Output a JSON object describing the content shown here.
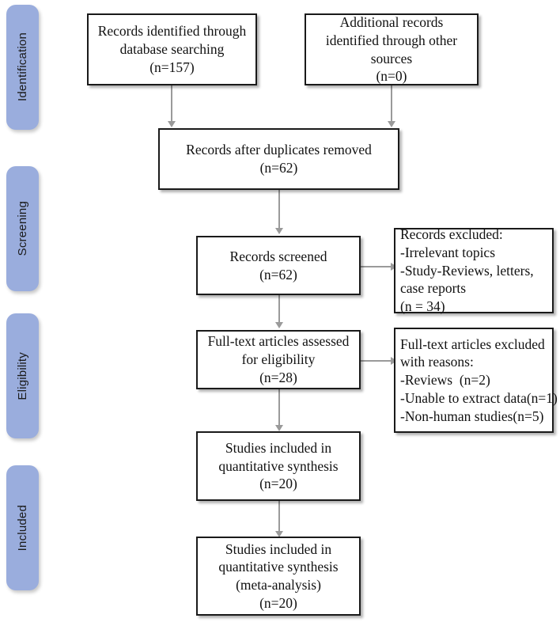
{
  "diagram": {
    "type": "prisma-flow-diagram",
    "accent_color": "#9aaddd",
    "box_border_color": "#1a1a1a",
    "connector_color": "#9a9a9a",
    "stages": [
      {
        "id": "identification",
        "label": "Identification"
      },
      {
        "id": "screening",
        "label": "Screening"
      },
      {
        "id": "eligibility",
        "label": "Eligibility"
      },
      {
        "id": "included",
        "label": "Included"
      }
    ],
    "boxes": {
      "records_identified": {
        "l1": "Records identified through",
        "l2": "database searching",
        "l3": "(n=157)"
      },
      "additional_records": {
        "l1": "Additional records",
        "l2": "identified through other",
        "l3": "sources",
        "l4": "(n=0)"
      },
      "duplicates_removed": {
        "l1": "Records after duplicates removed",
        "l2": "(n=62)"
      },
      "records_screened": {
        "l1": "Records screened",
        "l2": "(n=62)"
      },
      "records_excluded": {
        "l1": "Records excluded:",
        "l2": "-Irrelevant topics",
        "l3": "-Study-Reviews, letters,",
        "l4": "case reports",
        "l5": "(n = 34)"
      },
      "fulltext_assessed": {
        "l1": "Full-text articles assessed",
        "l2": "for eligibility",
        "l3": "(n=28)"
      },
      "fulltext_excluded": {
        "l1": "Full-text articles excluded",
        "l2": "with reasons:",
        "l3": "-Reviews  (n=2)",
        "l4": "-Unable to extract data(n=1)",
        "l5": "-Non-human studies(n=5)"
      },
      "qualitative_synthesis": {
        "l1": "Studies included in",
        "l2": "quantitative synthesis",
        "l3": "(n=20)"
      },
      "quantitative_synthesis": {
        "l1": "Studies included in",
        "l2": "quantitative synthesis",
        "l3": "(meta-analysis)",
        "l4": "(n=20)"
      }
    }
  }
}
